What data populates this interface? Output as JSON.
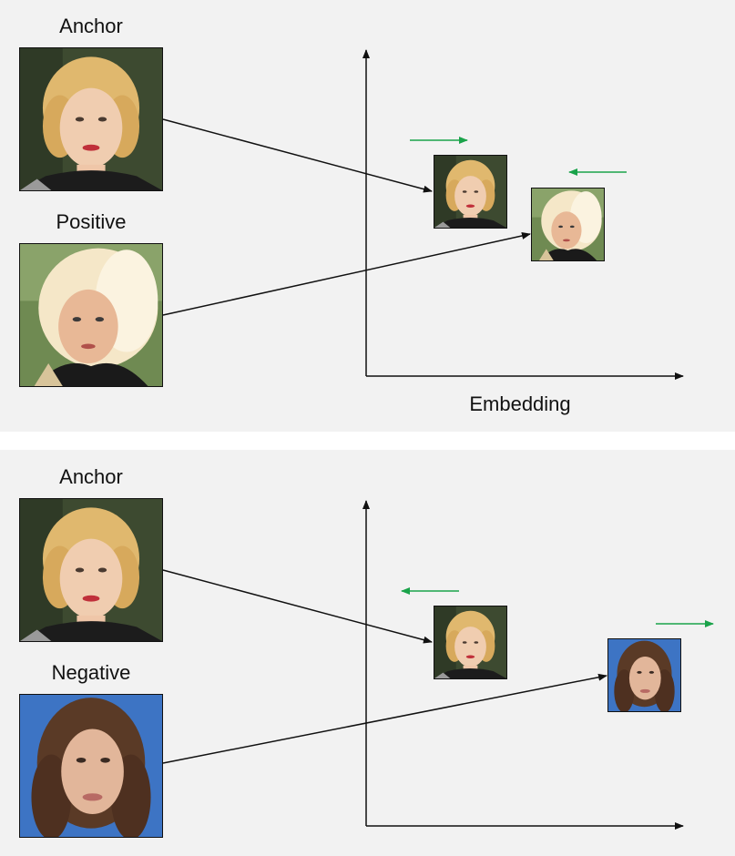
{
  "top_panel": {
    "anchor_label": "Anchor",
    "second_label": "Positive",
    "axis_label": "Embedding"
  },
  "bottom_panel": {
    "anchor_label": "Anchor",
    "second_label": "Negative"
  },
  "colors": {
    "panel_background": "#f2f2f2",
    "arrow": "#111111",
    "movement_arrow": "#1aa34a",
    "negative_background": "#3d74c4"
  }
}
